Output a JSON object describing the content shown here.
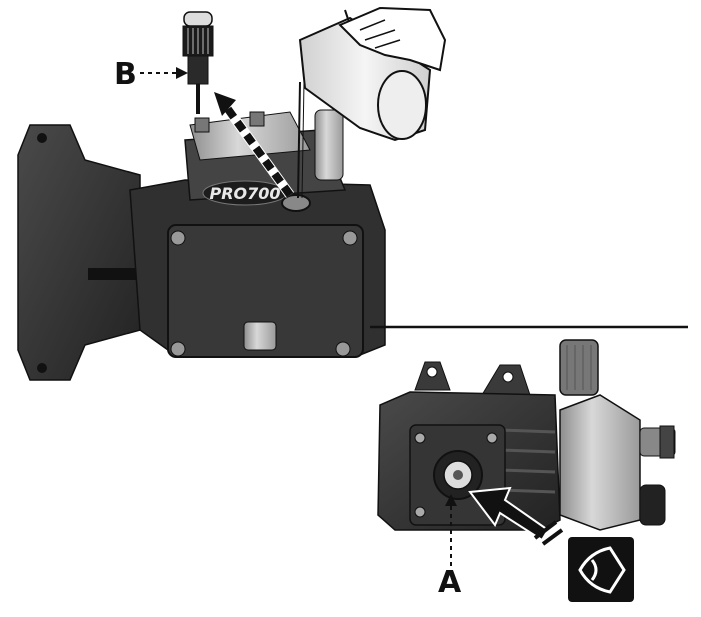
{
  "labels": {
    "b": "B",
    "a": "A"
  },
  "pump_brand": "PRO700",
  "icons": [
    "pitcher-icon",
    "dipstick-cap-icon",
    "eye-view-icon",
    "pour-arrow-icon"
  ],
  "colors": {
    "housing_dark": "#2b2b2b",
    "housing_mid": "#3c3c3c",
    "metal_light": "#bdbdbd",
    "line": "#111111",
    "background": "#ffffff"
  }
}
